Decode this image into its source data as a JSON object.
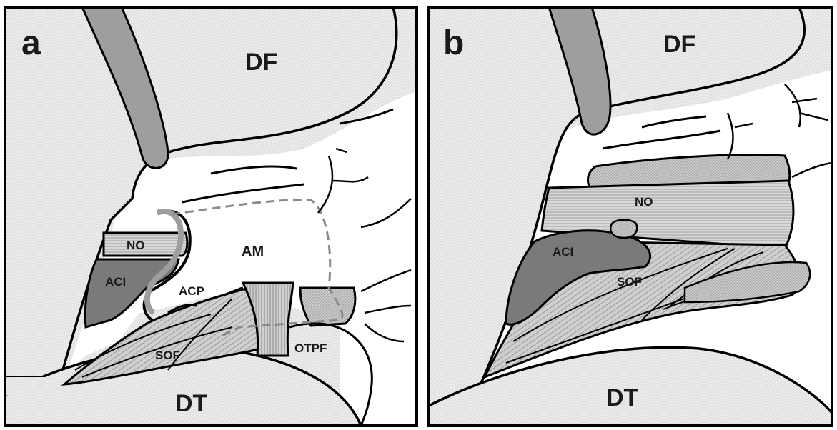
{
  "panels": {
    "a": {
      "letter": "a",
      "labels": {
        "df": "DF",
        "dt": "DT",
        "no": "NO",
        "aci": "ACI",
        "acp": "ACP",
        "am": "AM",
        "sof": "SOF",
        "otpf": "OTPF"
      }
    },
    "b": {
      "letter": "b",
      "labels": {
        "df": "DF",
        "dt": "DT",
        "no": "NO",
        "aci": "ACI",
        "sof": "SOF"
      }
    }
  },
  "colors": {
    "dura_fill": "#ececec",
    "light_gray": "#d2d2d2",
    "medium_gray": "#9e9e9e",
    "dark_gray": "#7a7a7a",
    "outline": "#000000",
    "dashed": "#8a8a8a"
  }
}
